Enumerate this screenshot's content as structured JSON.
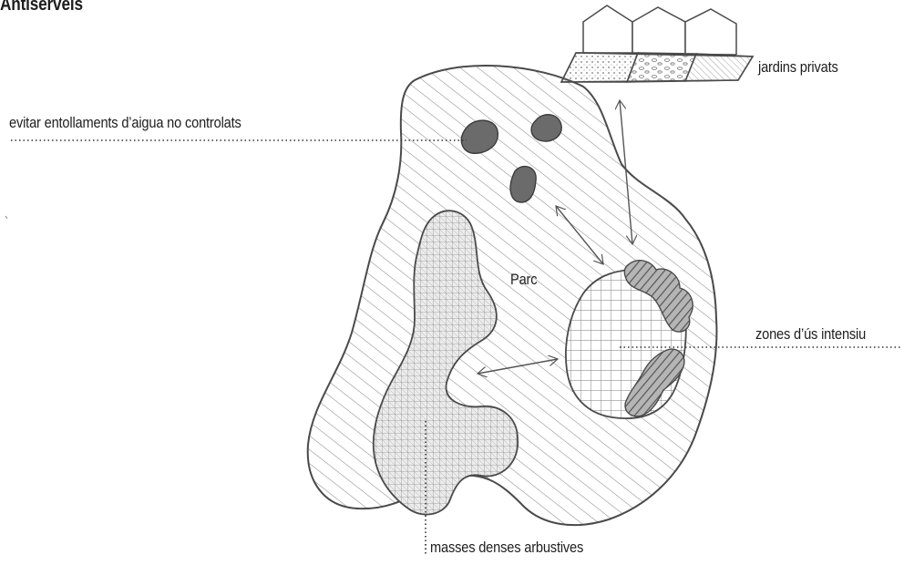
{
  "title": "Antiservels",
  "labels": {
    "park": "Parc",
    "private_gardens": "jardins privats",
    "avoid_water": "evitar entollaments d’aigua no controlats",
    "intensive_use": "zones d’ús intensiu",
    "dense_shrubs": "masses denses arbustives"
  },
  "colors": {
    "ink": "#4a4a4a",
    "hatch": "#8a8a8a",
    "dark_fill": "#6b6b6b",
    "text": "#1e1e1e",
    "background": "#ffffff"
  }
}
